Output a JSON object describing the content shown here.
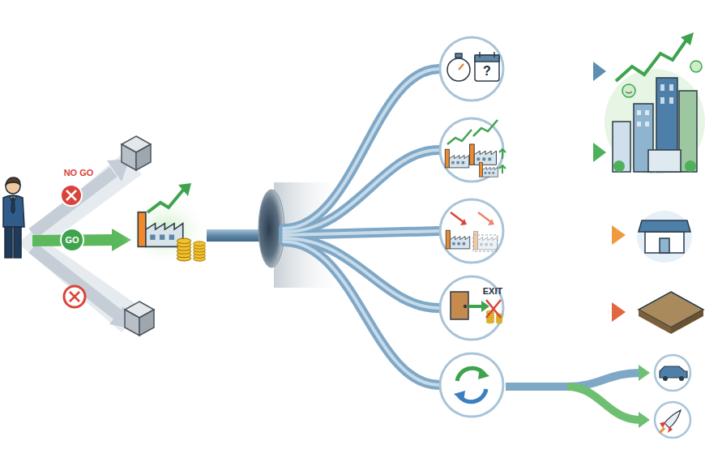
{
  "diagram": {
    "nodes": [
      {
        "text": [
          "NO GO"
        ]
      },
      {
        "text": [
          "GO"
        ]
      },
      {
        "text": [
          "EXIT"
        ]
      }
    ],
    "labels": [
      "?"
    ]
  }
}
